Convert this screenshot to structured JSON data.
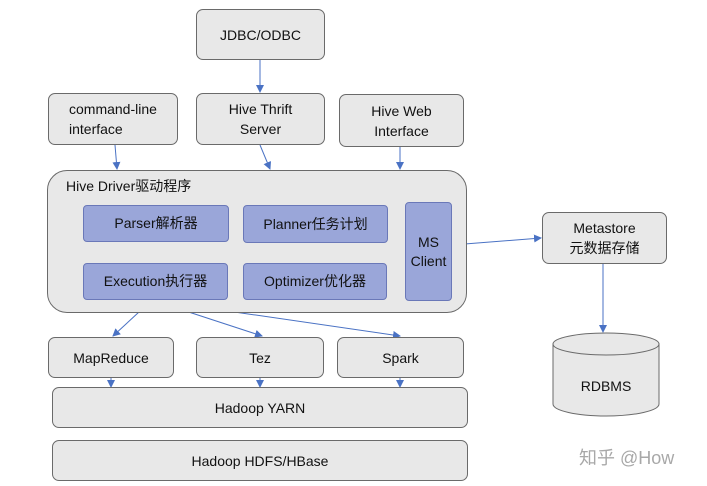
{
  "diagram": {
    "jdbc": "JDBC/ODBC",
    "cli": [
      "command-line",
      "interface"
    ],
    "thrift": [
      "Hive Thrift",
      "Server"
    ],
    "web": [
      "Hive Web",
      "Interface"
    ],
    "driver_title": "Hive Driver驱动程序",
    "parser": "Parser解析器",
    "planner": "Planner任务计划",
    "execution": "Execution执行器",
    "optimizer": "Optimizer优化器",
    "ms_client": [
      "MS",
      "Client"
    ],
    "metastore": [
      "Metastore",
      "元数据存储"
    ],
    "rdbms": "RDBMS",
    "mapreduce": "MapReduce",
    "tez": "Tez",
    "spark": "Spark",
    "yarn": "Hadoop YARN",
    "hdfs": "Hadoop HDFS/HBase"
  },
  "watermark": "知乎 @How",
  "colors": {
    "box_fill": "#e8e8e8",
    "box_border": "#6a6a6a",
    "component_fill": "#9aa6d9",
    "arrow": "#4a72c4"
  }
}
